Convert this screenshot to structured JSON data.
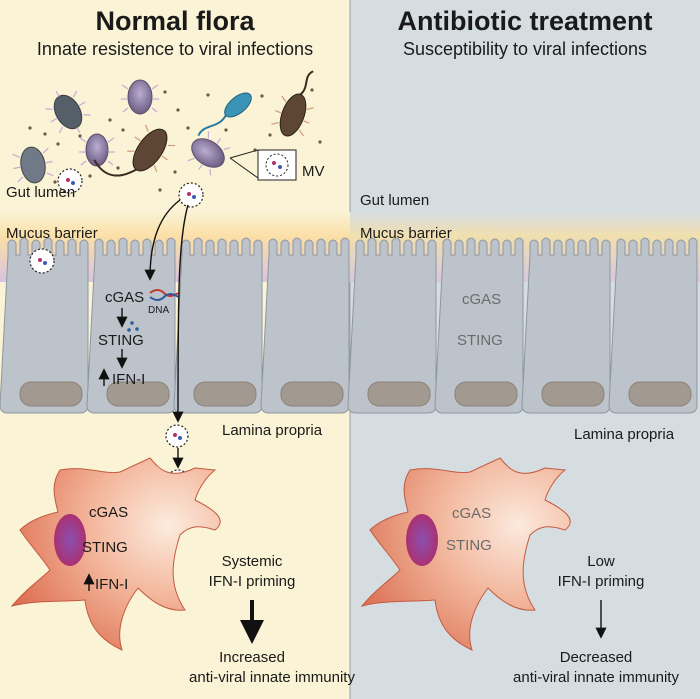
{
  "left": {
    "title": "Normal flora",
    "subtitle": "Innate resistence to viral infections",
    "gut_lumen": "Gut lumen",
    "mv_label": "MV",
    "mucus": "Mucus barrier",
    "lamina": "Lamina propria",
    "epi_cgas": "cGAS",
    "epi_dna": "DNA",
    "epi_sting": "STING",
    "epi_ifn": "IFN-I",
    "dc_cgas": "cGAS",
    "dc_sting": "STING",
    "dc_ifn": "IFN-I",
    "systemic_1": "Systemic",
    "systemic_2": "IFN-I priming",
    "outcome_1": "Increased",
    "outcome_2": "anti-viral innate immunity",
    "bg": "#faf3d5"
  },
  "right": {
    "title": "Antibiotic treatment",
    "subtitle": "Susceptibility to viral infections",
    "gut_lumen": "Gut lumen",
    "mucus": "Mucus barrier",
    "lamina": "Lamina propria",
    "epi_cgas": "cGAS",
    "epi_sting": "STING",
    "dc_cgas": "cGAS",
    "dc_sting": "STING",
    "low_1": "Low",
    "low_2": "IFN-I priming",
    "outcome_1": "Decreased",
    "outcome_2": "anti-viral innate immunity",
    "bg": "#d6dde1"
  },
  "colors": {
    "mucus_top": "#fbe3b0",
    "mucus_bottom": "#d9c4df",
    "cell": "#b9c1c8",
    "nucleus": "#a8a096",
    "dc_light": "#fbe1cf",
    "dc_dark": "#e0775a",
    "dc_nucleus": "#b0306e"
  }
}
